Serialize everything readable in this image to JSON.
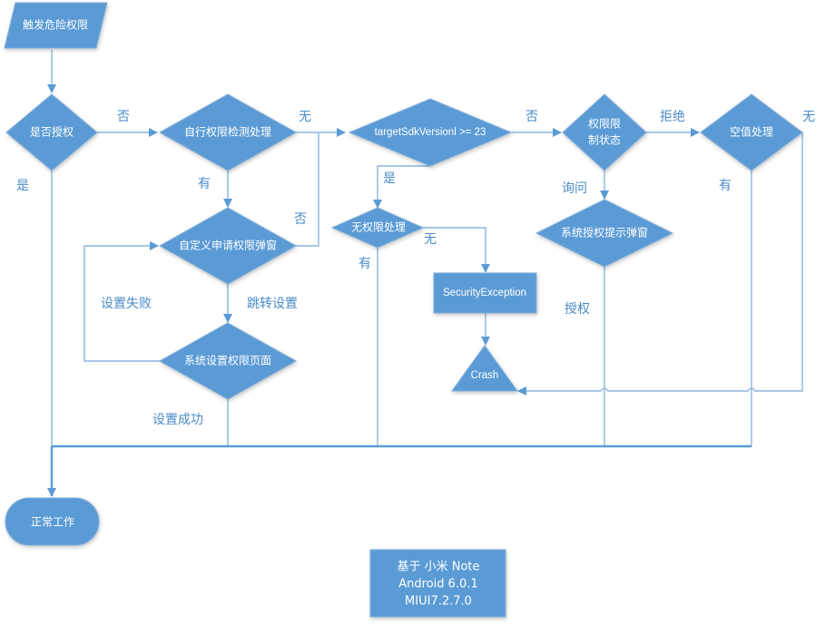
{
  "diagram": {
    "type": "flowchart",
    "colors": {
      "node_fill": "#5b9bd5",
      "node_text": "#ffffff",
      "edge": "#5b9bd5",
      "edge_label": "#4a8ac8"
    },
    "nodes": {
      "trigger": {
        "label": "触发危险权限",
        "shape": "parallelogram"
      },
      "is_granted": {
        "label": "是否授权",
        "shape": "diamond"
      },
      "self_check": {
        "label": "自行权限检测处理",
        "shape": "diamond"
      },
      "target_sdk": {
        "label": "targetSdkVersionl >= 23",
        "shape": "diamond"
      },
      "restrict_state": {
        "label_line1": "权限限",
        "label_line2": "制状态",
        "shape": "diamond"
      },
      "null_handle": {
        "label": "空值处理",
        "shape": "diamond"
      },
      "custom_dialog": {
        "label": "自定义申请权限弹窗",
        "shape": "diamond"
      },
      "no_perm_handle": {
        "label": "无权限处理",
        "shape": "diamond"
      },
      "system_dialog": {
        "label": "系统授权提示弹窗",
        "shape": "diamond"
      },
      "security_exception": {
        "label": "SecurityException",
        "shape": "rectangle"
      },
      "settings_page": {
        "label": "系统设置权限页面",
        "shape": "diamond"
      },
      "crash": {
        "label": "Crash",
        "shape": "triangle"
      },
      "normal_work": {
        "label": "正常工作",
        "shape": "terminator"
      }
    },
    "edge_labels": {
      "granted_no": "否",
      "granted_yes": "是",
      "self_check_none": "无",
      "self_check_has": "有",
      "custom_dialog_no": "否",
      "sdk_no": "否",
      "sdk_yes": "是",
      "restrict_reject": "拒绝",
      "restrict_ask": "询问",
      "null_none": "无",
      "null_has": "有",
      "no_perm_none": "无",
      "no_perm_has": "有",
      "set_fail": "设置失败",
      "goto_settings": "跳转设置",
      "set_success": "设置成功",
      "authorize": "授权"
    },
    "note": {
      "line1": "基于 小米 Note",
      "line2": "Android 6.0.1",
      "line3": "MIUI7.2.7.0"
    }
  }
}
